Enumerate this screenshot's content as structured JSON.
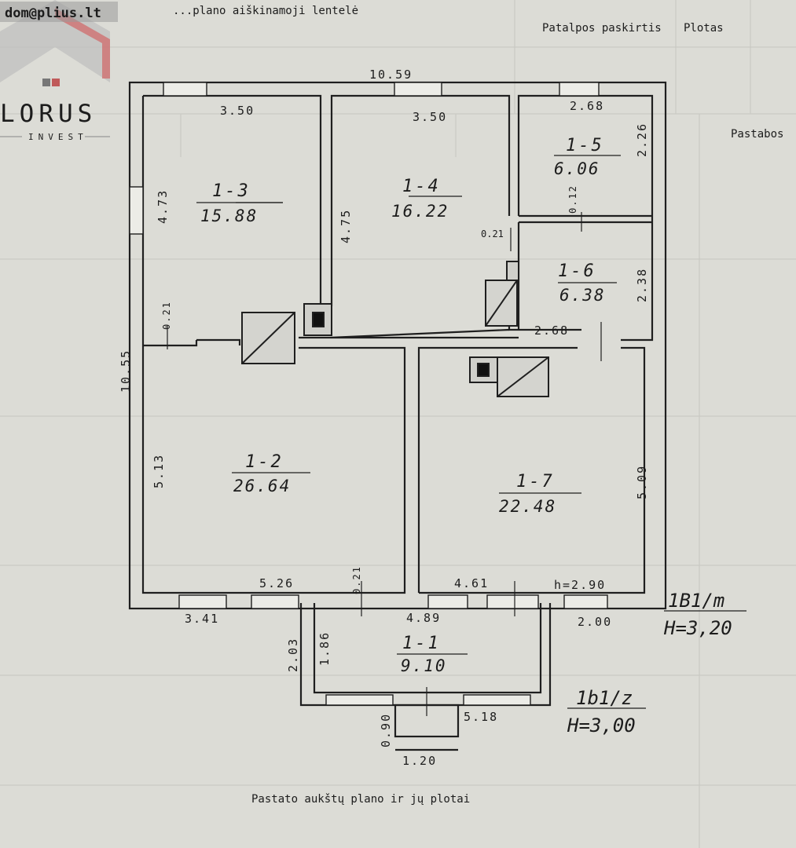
{
  "watermark": "dom@plius.lt",
  "logo": {
    "name": "LORUS",
    "sub": "INVEST"
  },
  "rooms": {
    "r13": {
      "code": "1-3",
      "area": "15.88"
    },
    "r14": {
      "code": "1-4",
      "area": "16.22"
    },
    "r15": {
      "code": "1-5",
      "area": "6.06"
    },
    "r16": {
      "code": "1-6",
      "area": "6.38"
    },
    "r12": {
      "code": "1-2",
      "area": "26.64"
    },
    "r17": {
      "code": "1-7",
      "area": "22.48"
    },
    "r11": {
      "code": "1-1",
      "area": "9.10"
    }
  },
  "dimensions": {
    "top_total": "10.59",
    "r13_width": "3.50",
    "r14_width": "3.50",
    "r15_width": "2.68",
    "r15_height": "2.26",
    "wall_012": "0.12",
    "wall_021_a": "0.21",
    "r16_height": "2.38",
    "r16_width": "2.68",
    "r13_height": "4.73",
    "r14_height": "4.75",
    "wall_021_b": "0.21",
    "left_total": "10.55",
    "r12_height": "5.13",
    "r17_height": "5.09",
    "r12_width": "5.26",
    "wall_021_c": "0.21",
    "r17_width": "4.61",
    "ceiling_h": "h=2.90",
    "bottom_left": "3.41",
    "bottom_mid": "4.89",
    "bottom_right": "2.00",
    "r11_outer_h": "2.03",
    "r11_inner_h": "1.86",
    "r11_width": "5.18",
    "step_depth": "0.90",
    "step_width": "1.20"
  },
  "notes": {
    "main_label": "1B1/m",
    "main_height": "H=3,20",
    "porch_label": "1b1/z",
    "porch_height": "H=3,00"
  },
  "background_text": {
    "header_title": "...plano aiškinamoji lentelė",
    "col1": "Patalpos paskirtis",
    "col2": "Plotas",
    "col3": "Pastabos",
    "footer": "Pastato aukštų plano ir jų plotai"
  }
}
